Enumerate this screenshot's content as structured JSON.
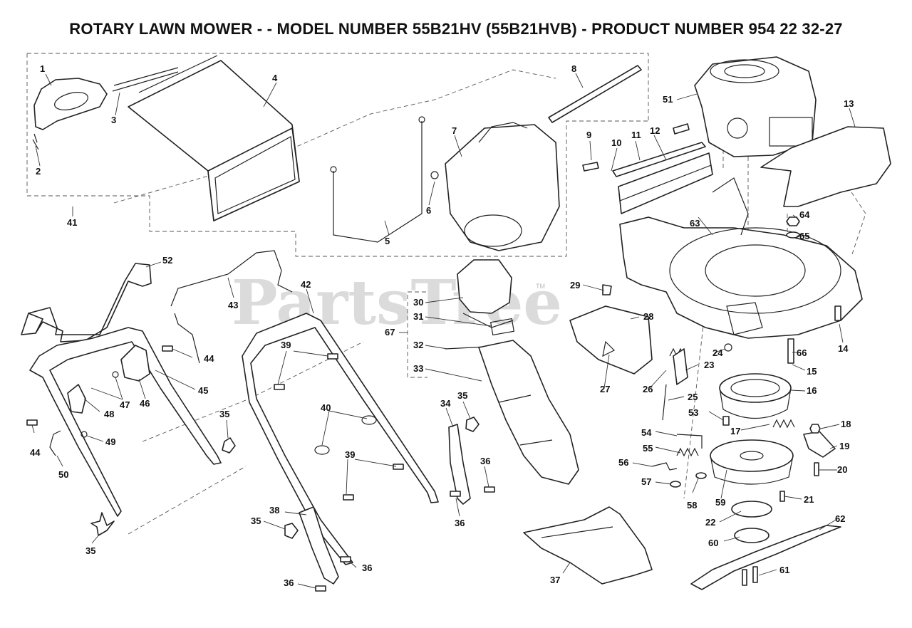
{
  "title": "ROTARY LAWN MOWER - - MODEL NUMBER 55B21HV (55B21HVB) - PRODUCT NUMBER 954 22 32-27",
  "watermark": {
    "text": "PartsTree",
    "tm": "TM"
  },
  "callouts": [
    "1",
    "2",
    "3",
    "4",
    "5",
    "6",
    "7",
    "8",
    "9",
    "10",
    "11",
    "12",
    "13",
    "14",
    "15",
    "16",
    "17",
    "18",
    "19",
    "20",
    "21",
    "22",
    "23",
    "24",
    "25",
    "26",
    "27",
    "28",
    "29",
    "30",
    "31",
    "32",
    "33",
    "34",
    "35",
    "35",
    "35",
    "35",
    "36",
    "36",
    "36",
    "36",
    "36",
    "37",
    "38",
    "39",
    "39",
    "39",
    "40",
    "41",
    "42",
    "43",
    "44",
    "44",
    "45",
    "46",
    "47",
    "48",
    "49",
    "50",
    "51",
    "52",
    "53",
    "54",
    "55",
    "56",
    "57",
    "58",
    "59",
    "60",
    "61",
    "62",
    "63",
    "64",
    "65",
    "66",
    "67"
  ]
}
